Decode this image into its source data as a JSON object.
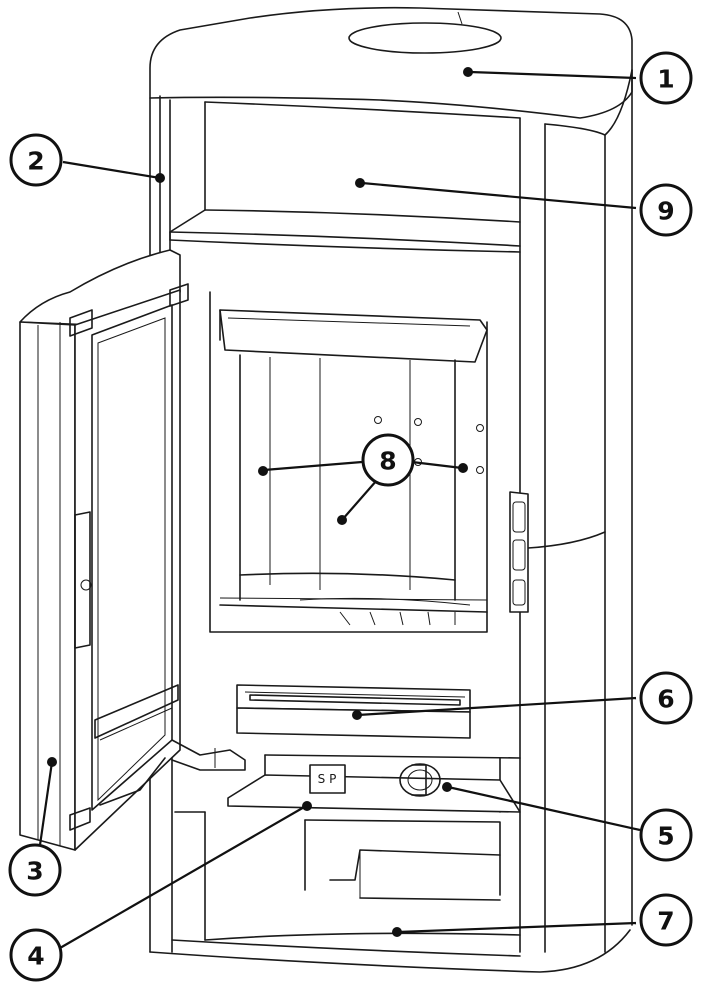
{
  "callouts": [
    {
      "id": "1",
      "label": "1"
    },
    {
      "id": "2",
      "label": "2"
    },
    {
      "id": "3",
      "label": "3"
    },
    {
      "id": "4",
      "label": "4"
    },
    {
      "id": "5",
      "label": "5"
    },
    {
      "id": "6",
      "label": "6"
    },
    {
      "id": "7",
      "label": "7"
    },
    {
      "id": "8",
      "label": "8"
    },
    {
      "id": "9",
      "label": "9"
    }
  ],
  "air_control_marking": "S P"
}
